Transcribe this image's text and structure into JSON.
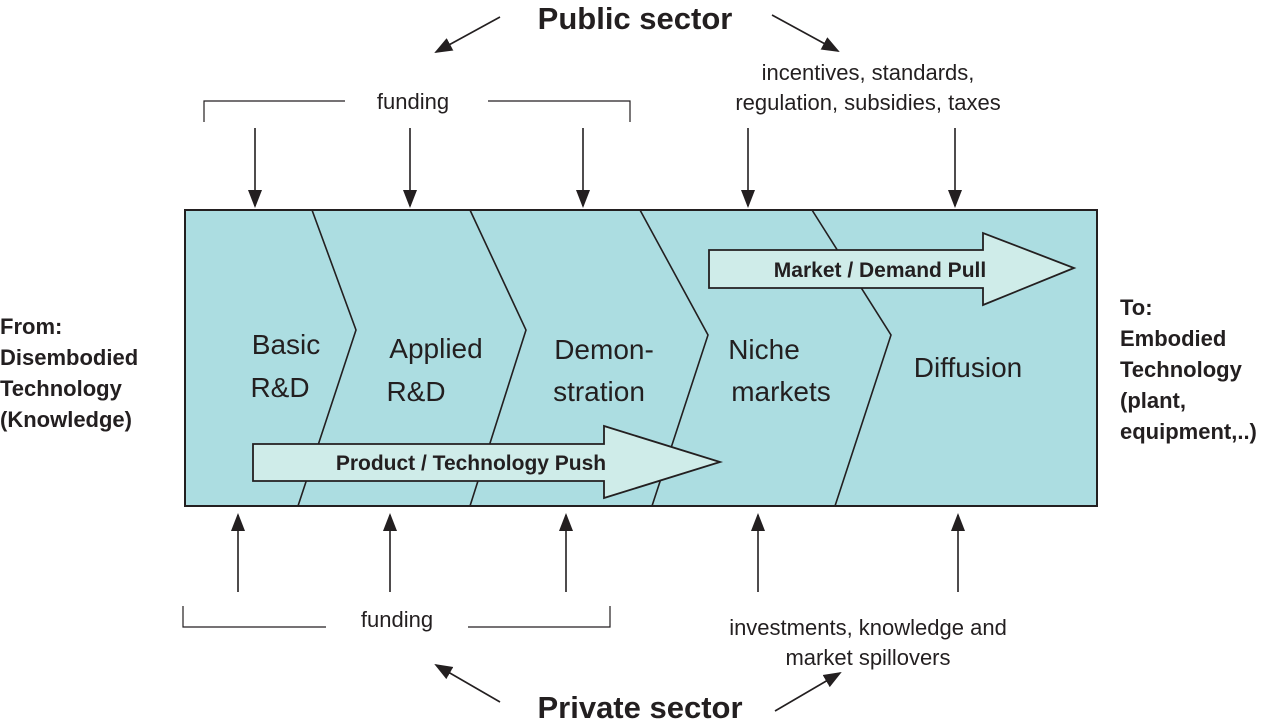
{
  "public_sector": {
    "title": "Public sector",
    "funding_label": "funding",
    "policy_line1": "incentives, standards,",
    "policy_line2": "regulation, subsidies, taxes"
  },
  "private_sector": {
    "title": "Private sector",
    "funding_label": "funding",
    "investments_line1": "investments, knowledge and",
    "investments_line2": "market spillovers"
  },
  "stages": [
    {
      "line1": "Basic",
      "line2": "R&D"
    },
    {
      "line1": "Applied",
      "line2": "R&D"
    },
    {
      "line1": "Demon-",
      "line2": "stration"
    },
    {
      "line1": "Niche",
      "line2": "markets"
    },
    {
      "line1": "Diffusion",
      "line2": ""
    }
  ],
  "arrows": {
    "push": "Product / Technology  Push",
    "pull": "Market / Demand  Pull"
  },
  "from": {
    "line1": "From:",
    "line2": "Disembodied",
    "line3": "Technology",
    "line4": "(Knowledge)"
  },
  "to": {
    "line1": "To:",
    "line2": "Embodied",
    "line3": "Technology",
    "line4": "(plant,",
    "line5": "equipment,..)"
  },
  "colors": {
    "box_fill": "#acdde1",
    "arrow_fill": "#cfece9",
    "stroke": "#231f20"
  }
}
